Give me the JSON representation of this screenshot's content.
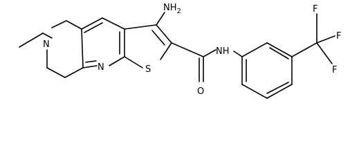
{
  "molecule": {
    "labels": {
      "ring_n": "N",
      "pyridine_n": "N",
      "sulfur": "S",
      "amino": "NH2",
      "amide_nh": "NH",
      "carbonyl_o": "O",
      "f1": "F",
      "f2": "F",
      "f3": "F"
    }
  }
}
